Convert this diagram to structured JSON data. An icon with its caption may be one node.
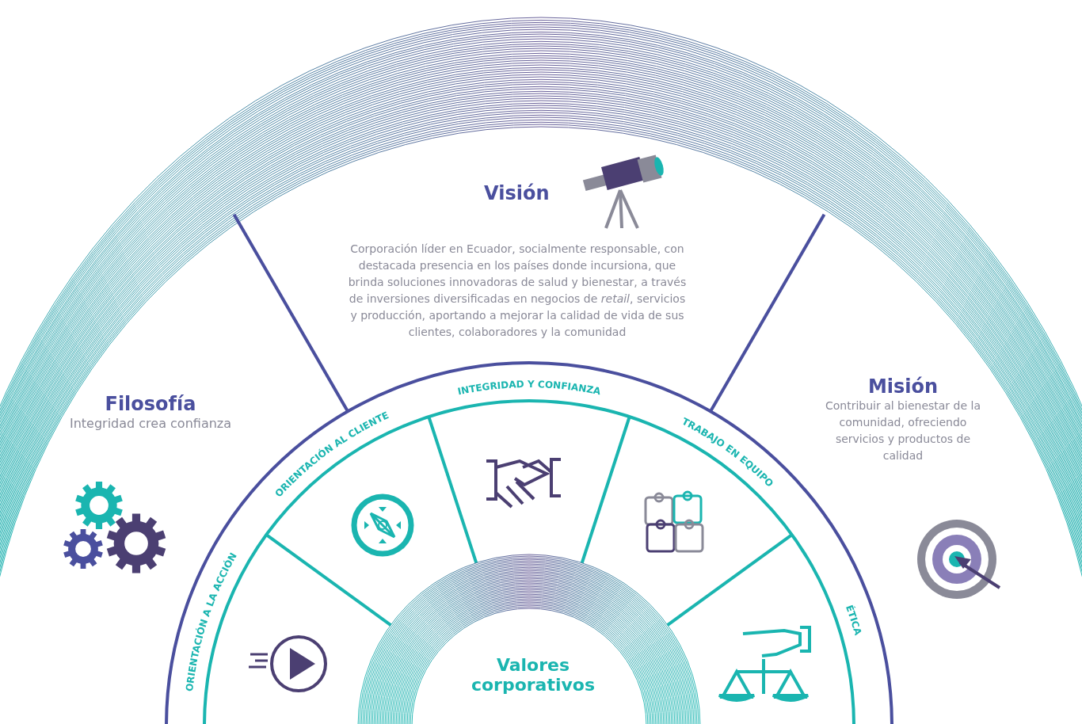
{
  "diagram": {
    "nodes": [
      {
        "text": [
          "Visión",
          "Corporación líder en Ecuador, socialmente responsable, con destacada presencia en los países donde incursiona, que brinda soluciones innovadoras de salud  y bienestar, a través  de inversiones diversificadas  en negocios de *retail*, servicios  y producción, aportando a mejorar la calidad de vida de sus clientes, colaboradores y la comunidad"
        ]
      },
      {
        "text": [
          "Filosofía",
          "Integridad crea confianza"
        ]
      },
      {
        "text": [
          "Misión",
          "Contribuir al bienestar de la comunidad, ofreciendo servicios y productos de calidad"
        ]
      },
      {
        "text": [
          "ORIENTACIÓN A LA ACCIÓN"
        ]
      },
      {
        "text": [
          "ORIENTACIÓN AL CLIENTE"
        ]
      },
      {
        "text": [
          "INTEGRIDAD Y CONFIANZA"
        ]
      },
      {
        "text": [
          "TRABAJO EN EQUIPO"
        ]
      },
      {
        "text": [
          "ÉTICA"
        ]
      },
      {
        "text": [
          "Valores corporativos"
        ]
      }
    ],
    "edges": []
  }
}
